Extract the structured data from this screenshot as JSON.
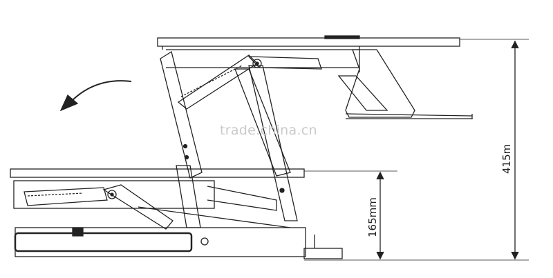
{
  "dimensions": {
    "raised_height": "415m",
    "lowered_height": "165mm"
  },
  "watermark": "trade.china.cn",
  "colors": {
    "line": "#222222",
    "watermark": "#c9c9c9"
  },
  "icons": {
    "motion_arrow": "curved-arrow-icon"
  }
}
